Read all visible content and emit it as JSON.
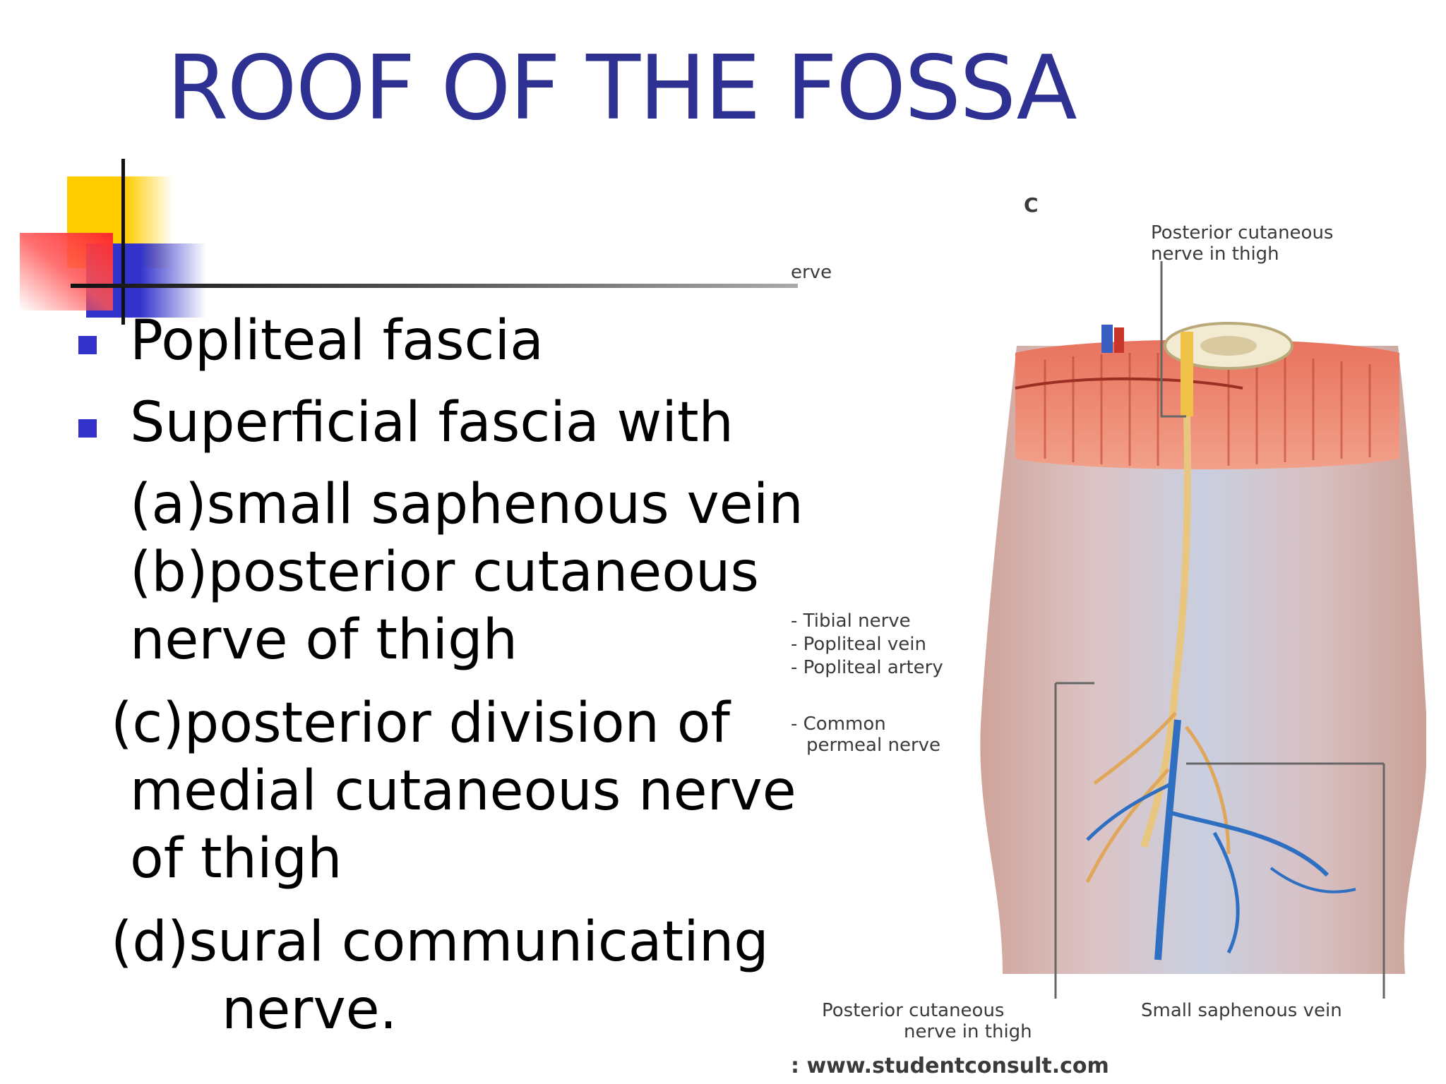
{
  "slide": {
    "title": "ROOF OF THE FOSSA",
    "colors": {
      "title": "#2E3192",
      "bullet": "#3333CC",
      "accent_yellow": "#FFCC00",
      "accent_red": "#FF3333",
      "accent_blue": "#3333CC"
    },
    "bullets": [
      "Popliteal fascia",
      "Superficial fascia with"
    ],
    "sub_items": [
      "(a)small saphenous vein",
      "(b)posterior cutaneous",
      "nerve of thigh",
      "(c)posterior division of",
      "medial cutaneous nerve",
      "of thigh",
      "(d)sural communicating",
      "nerve."
    ]
  },
  "figure": {
    "panel_letter": "C",
    "labels": {
      "top_right_line1": "Posterior cutaneous",
      "top_right_line2": "nerve in thigh",
      "top_left_partial": "erve",
      "tibial_nerve": "- Tibial nerve",
      "popliteal_vein": "- Popliteal vein",
      "popliteal_artery": "- Popliteal artery",
      "common_peroneal_1": "- Common",
      "common_peroneal_2": "permeal nerve",
      "bottom_left_line1": "Posterior cutaneous",
      "bottom_left_line2": "nerve in thigh",
      "bottom_right": "Small saphenous vein",
      "source": ": www.studentconsult.com"
    }
  }
}
